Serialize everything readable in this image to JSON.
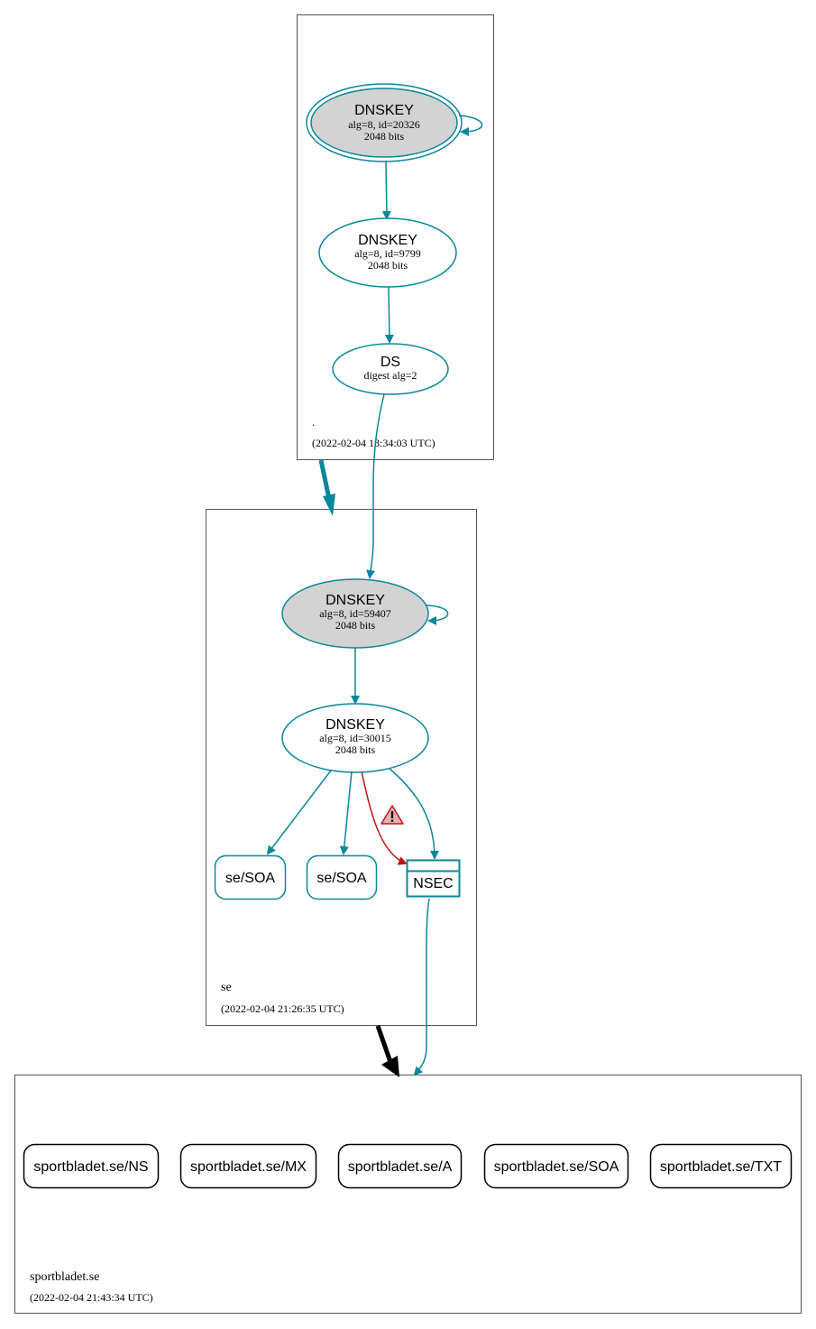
{
  "zones": {
    "root": {
      "name": ".",
      "timestamp": "(2022-02-04 18:34:03 UTC)"
    },
    "se": {
      "name": "se",
      "timestamp": "(2022-02-04 21:26:35 UTC)"
    },
    "sportbladet": {
      "name": "sportbladet.se",
      "timestamp": "(2022-02-04 21:43:34 UTC)"
    }
  },
  "nodes": {
    "root_ksk": {
      "title": "DNSKEY",
      "line1": "alg=8, id=20326",
      "line2": "2048 bits"
    },
    "root_zsk": {
      "title": "DNSKEY",
      "line1": "alg=8, id=9799",
      "line2": "2048 bits"
    },
    "root_ds": {
      "title": "DS",
      "line1": "digest alg=2"
    },
    "se_ksk": {
      "title": "DNSKEY",
      "line1": "alg=8, id=59407",
      "line2": "2048 bits"
    },
    "se_zsk": {
      "title": "DNSKEY",
      "line1": "alg=8, id=30015",
      "line2": "2048 bits"
    },
    "se_soa_1": {
      "label": "se/SOA"
    },
    "se_soa_2": {
      "label": "se/SOA"
    },
    "se_nsec": {
      "label": "NSEC"
    }
  },
  "records": [
    "sportbladet.se/NS",
    "sportbladet.se/MX",
    "sportbladet.se/A",
    "sportbladet.se/SOA",
    "sportbladet.se/TXT"
  ],
  "colors": {
    "secure": "#0a879a",
    "warning": "#be1515",
    "insecure": "#000000",
    "ksk_fill": "#d3d3d3"
  },
  "icons": {
    "warning": "warning-triangle-icon"
  }
}
